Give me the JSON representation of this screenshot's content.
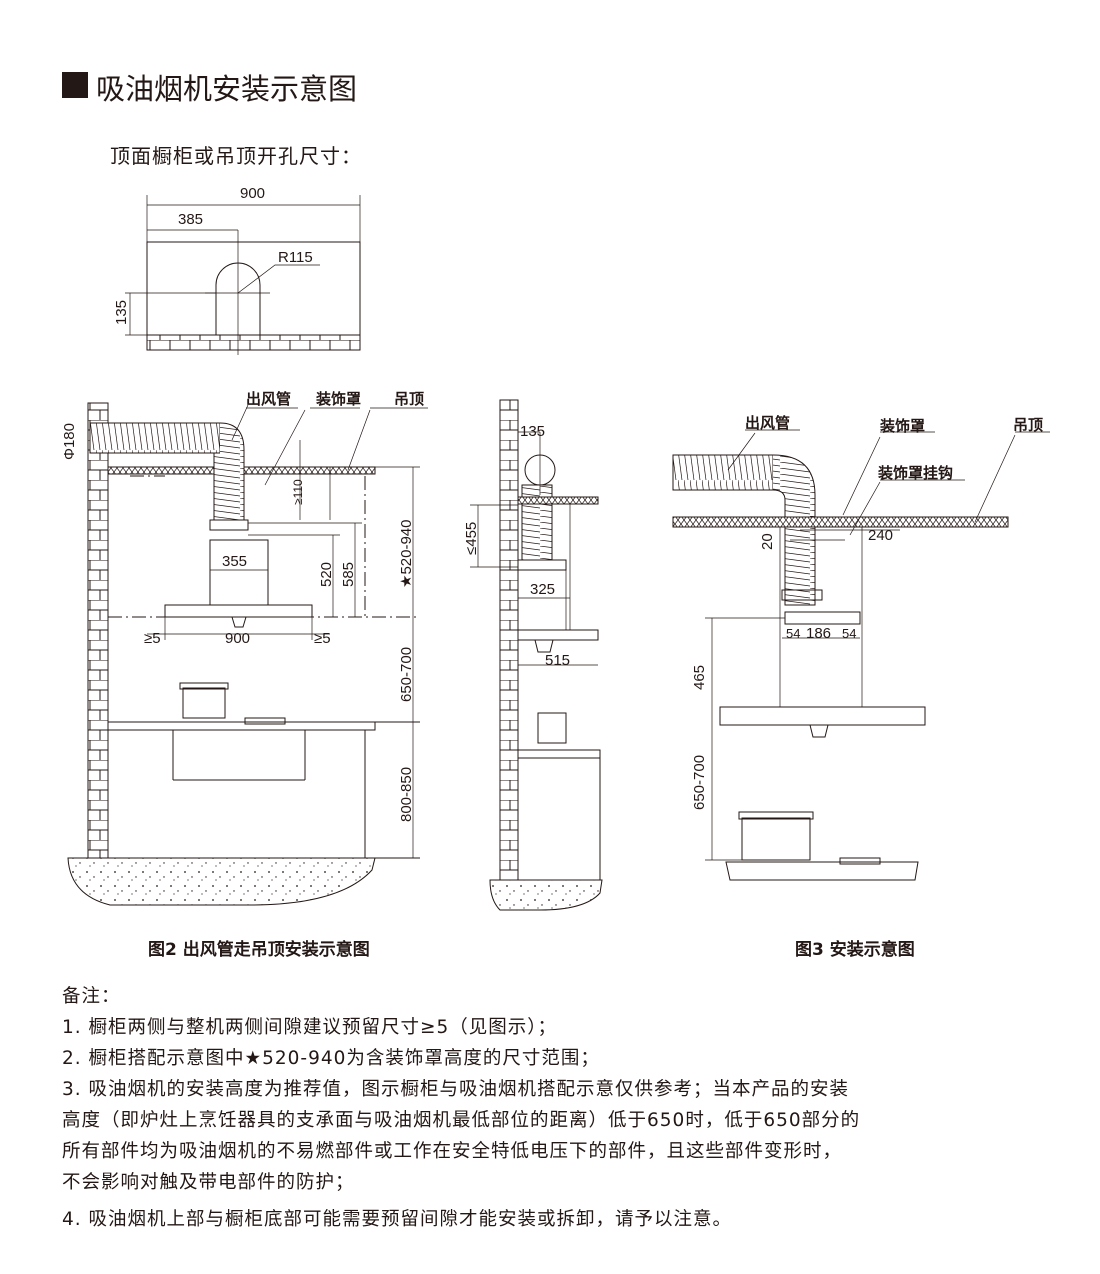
{
  "title": "吸油烟机安装示意图",
  "subtitle": "顶面橱柜或吊顶开孔尺寸：",
  "top_view": {
    "dim_width": "900",
    "dim_offset": "385",
    "dim_radius": "R115",
    "dim_height": "135"
  },
  "fig2": {
    "labels": {
      "duct": "出风管",
      "cover": "装饰罩",
      "ceiling": "吊顶"
    },
    "dims": {
      "diameter": "Φ180",
      "min_gap": "≥110",
      "cover_width": "355",
      "h520": "520",
      "h585": "585",
      "range": "★520-940",
      "gap_left": "≥5",
      "hood_width": "900",
      "gap_right": "≥5",
      "hood_height": "650-700",
      "cabinet_height": "800-850"
    },
    "side": {
      "d135": "135",
      "d455": "≤455",
      "d325": "325",
      "d515": "515"
    },
    "caption": "图2 出风管走吊顶安装示意图"
  },
  "fig3": {
    "labels": {
      "duct": "出风管",
      "cover": "装饰罩",
      "ceiling": "吊顶",
      "hook": "装饰罩挂钩"
    },
    "dims": {
      "d20": "20",
      "d240": "240",
      "d54a": "54",
      "d186": "186",
      "d54b": "54",
      "d465": "465",
      "d650": "650-700"
    },
    "caption": "图3 安装示意图"
  },
  "notes": {
    "heading": "备注：",
    "lines": [
      "1. 橱柜两侧与整机两侧间隙建议预留尺寸≥5（见图示）；",
      "2. 橱柜搭配示意图中★520-940为含装饰罩高度的尺寸范围；",
      "3.  吸油烟机的安装高度为推荐值，图示橱柜与吸油烟机搭配示意仅供参考；当本产品的安装",
      "高度（即炉灶上烹饪器具的支承面与吸油烟机最低部位的距离）低于650时，低于650部分的",
      "所有部件均为吸油烟机的不易燃部件或工作在安全特低电压下的部件，且这些部件变形时，",
      "不会影响对触及带电部件的防护；",
      "4. 吸油烟机上部与橱柜底部可能需要预留间隙才能安装或拆卸，请予以注意。"
    ]
  }
}
